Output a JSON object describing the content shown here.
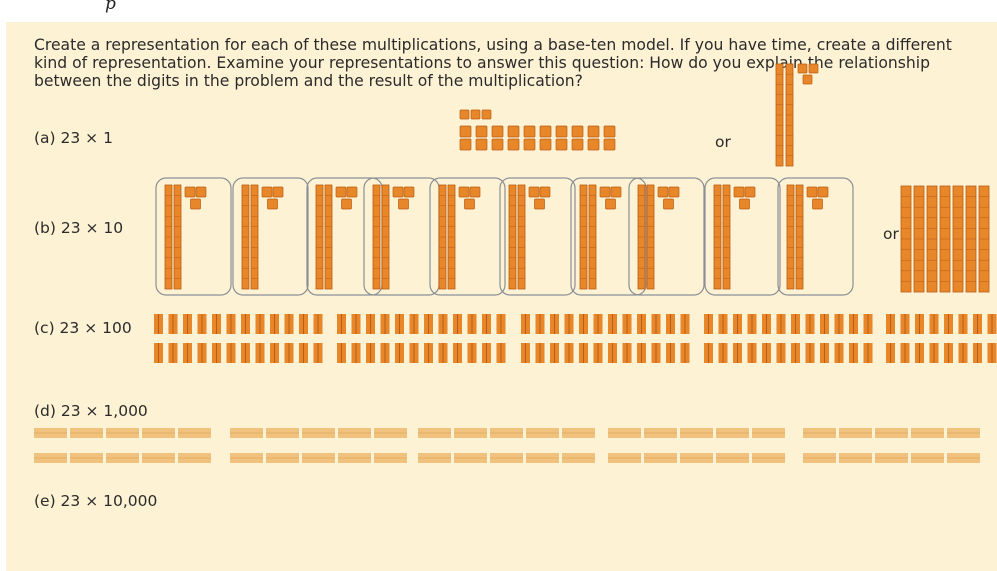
{
  "header_fragment": "p",
  "prompt": "Create a representation for each of these multiplications, using a base-ten model. If you have time, create a different kind of representation. Examine your representations to answer this question: How do you explain the relationship between the digits in the problem and the result of the multiplication?",
  "problems": [
    {
      "label": "(a) 23 × 1"
    },
    {
      "label": "(b) 23 × 10"
    },
    {
      "label": "(c) 23 × 100"
    },
    {
      "label": "(d) 23 × 1,000"
    },
    {
      "label": "(e) 23 × 10,000"
    }
  ],
  "or_label": "or",
  "colors": {
    "block": "#e8862a",
    "block_dark": "#b95d12",
    "flat": "#f0c27e",
    "outline": "#8a8f96",
    "background": "#fdf2d4"
  }
}
